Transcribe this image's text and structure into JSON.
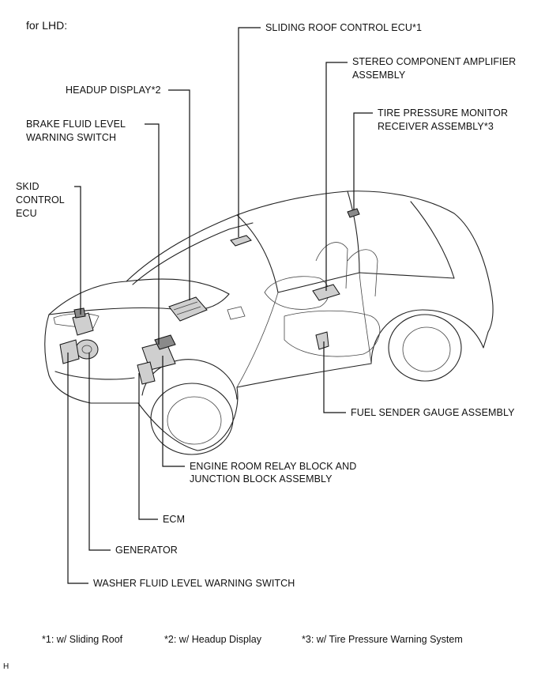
{
  "title": "for LHD:",
  "labels": {
    "sliding_roof_ecu": "SLIDING ROOF CONTROL ECU*1",
    "stereo_amp_1": "STEREO COMPONENT AMPLIFIER",
    "stereo_amp_2": "ASSEMBLY",
    "headup_display": "HEADUP DISPLAY*2",
    "tire_pressure_1": "TIRE PRESSURE MONITOR",
    "tire_pressure_2": "RECEIVER ASSEMBLY*3",
    "brake_fluid_1": "BRAKE FLUID LEVEL",
    "brake_fluid_2": "WARNING SWITCH",
    "skid_1": "SKID",
    "skid_2": "CONTROL",
    "skid_3": "ECU",
    "fuel_sender": "FUEL SENDER GAUGE ASSEMBLY",
    "relay_block_1": "ENGINE ROOM RELAY BLOCK AND",
    "relay_block_2": "JUNCTION BLOCK ASSEMBLY",
    "ecm": "ECM",
    "generator": "GENERATOR",
    "washer_fluid": "WASHER FLUID LEVEL WARNING SWITCH"
  },
  "footnotes": {
    "note1": "*1: w/ Sliding Roof",
    "note2": "*2: w/ Headup Display",
    "note3": "*3: w/ Tire Pressure Warning System"
  },
  "corner_mark": "H"
}
